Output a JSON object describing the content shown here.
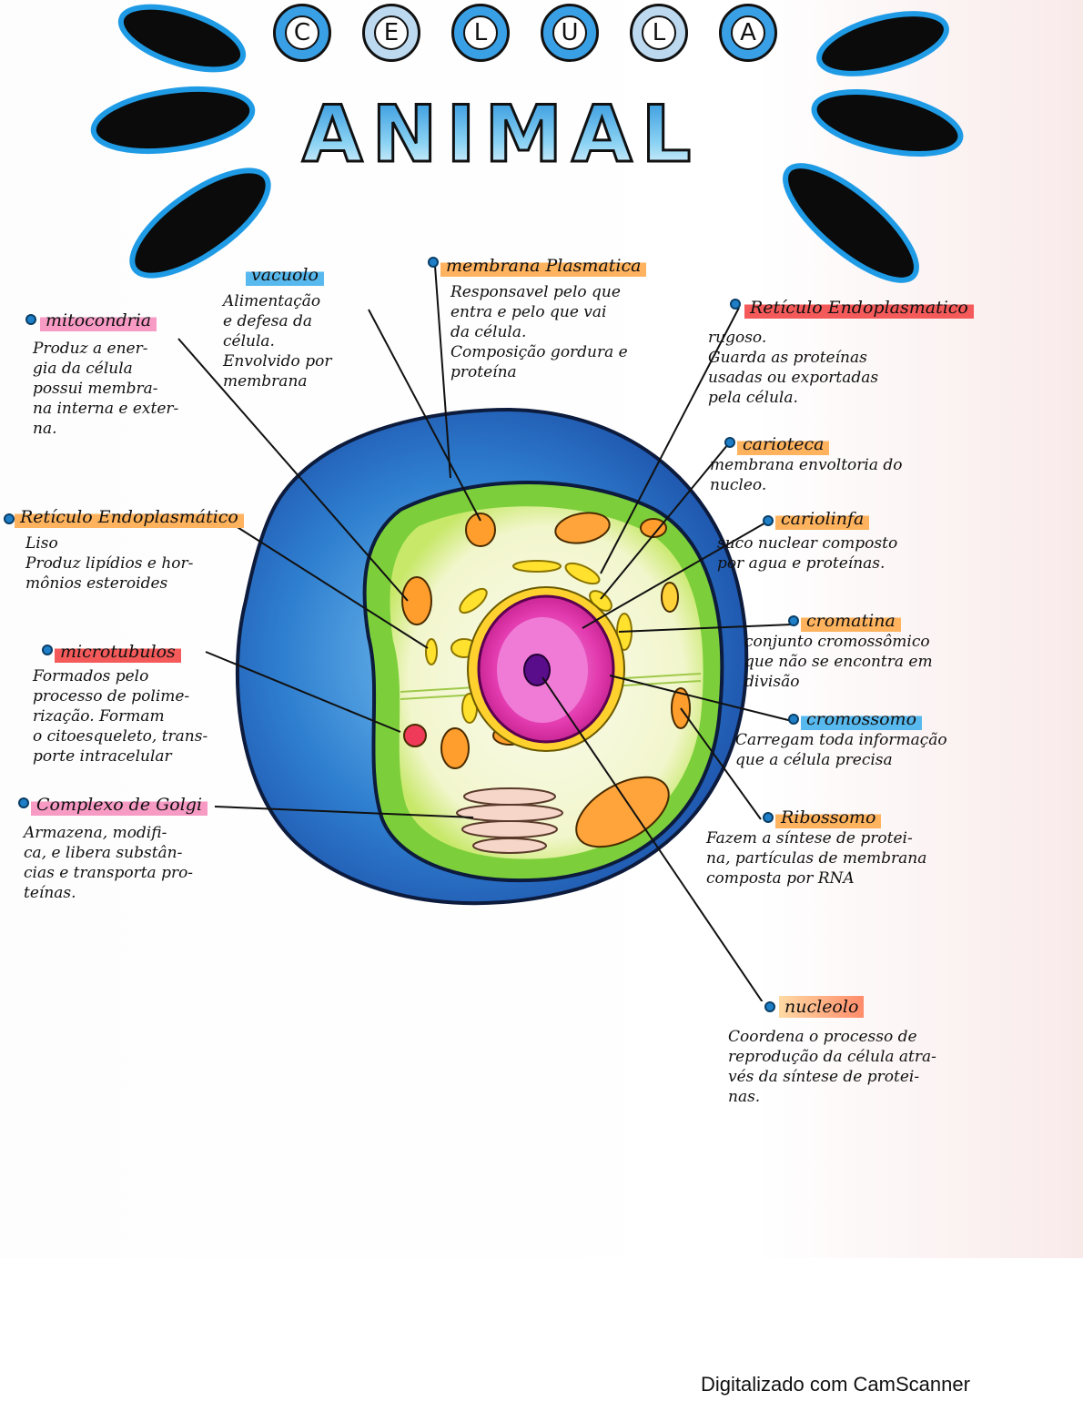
{
  "title": {
    "letters": [
      "C",
      "E",
      "L",
      "U",
      "L",
      "A"
    ],
    "subtitle": "ANIMAL"
  },
  "annotations": {
    "vacuolo": {
      "label": "vacuolo",
      "description": "Alimentação\ne defesa da\ncélula.\nEnvolvido por\nmembrana"
    },
    "membrana": {
      "label": "membrana Plasmatica",
      "description": "Responsavel pelo que\nentra e pelo que vai\nda célula.\nComposição gordura e\nproteína"
    },
    "mitocondria": {
      "label": "mitocondria",
      "description": "Produz a ener-\ngia da célula\npossui membra-\nna interna e exter-\nna."
    },
    "reticulo_rugoso": {
      "label": "Retículo Endoplasmatico",
      "description": "rugoso.\nGuarda as proteínas\nusadas ou exportadas\npela célula."
    },
    "carioteca": {
      "label": "carioteca",
      "description": "membrana envoltoria do\nnucleo."
    },
    "reticulo_liso": {
      "label": "Retículo Endoplasmático",
      "description": "Liso\nProduz lipídios e hor-\nmônios esteroides"
    },
    "cariolinfa": {
      "label": "cariolinfa",
      "description": "suco nuclear composto\npor agua e proteínas."
    },
    "cromatina": {
      "label": "cromatina",
      "description": "conjunto cromossômico\nque não se encontra em\ndivisão"
    },
    "microtubulos": {
      "label": "microtubulos",
      "description": "Formados pelo\nprocesso de polime-\nrização. Formam\no citoesqueleto, trans-\nporte intracelular"
    },
    "cromossomo": {
      "label": "cromossomo",
      "description": "Carregam toda informação\nque a célula precisa"
    },
    "golgi": {
      "label": "Complexo de Golgi",
      "description": "Armazena, modifi-\nca, e libera substân-\ncias e transporta pro-\nteínas."
    },
    "ribossomo": {
      "label": "Ribossomo",
      "description": "Fazem a síntese de protei-\nna, partículas de membrana\ncomposta por RNA"
    },
    "nucleolo": {
      "label": "nucleolo",
      "description": "Coordena o processo de\nreprodução da célula atra-\nvés da síntese de protei-\nnas."
    }
  },
  "footer": "Digitalizado com CamScanner",
  "colors": {
    "cytoplasm_outer": "#2f7fd0",
    "cytoplasm_inner": "#f6f8dc",
    "membrane_green": "#7ccf3a",
    "nucleus": "#e33bb0",
    "nucleolus": "#5a0d8a",
    "organelle": "#ff9e2c",
    "reticulum": "#ffe12e"
  }
}
